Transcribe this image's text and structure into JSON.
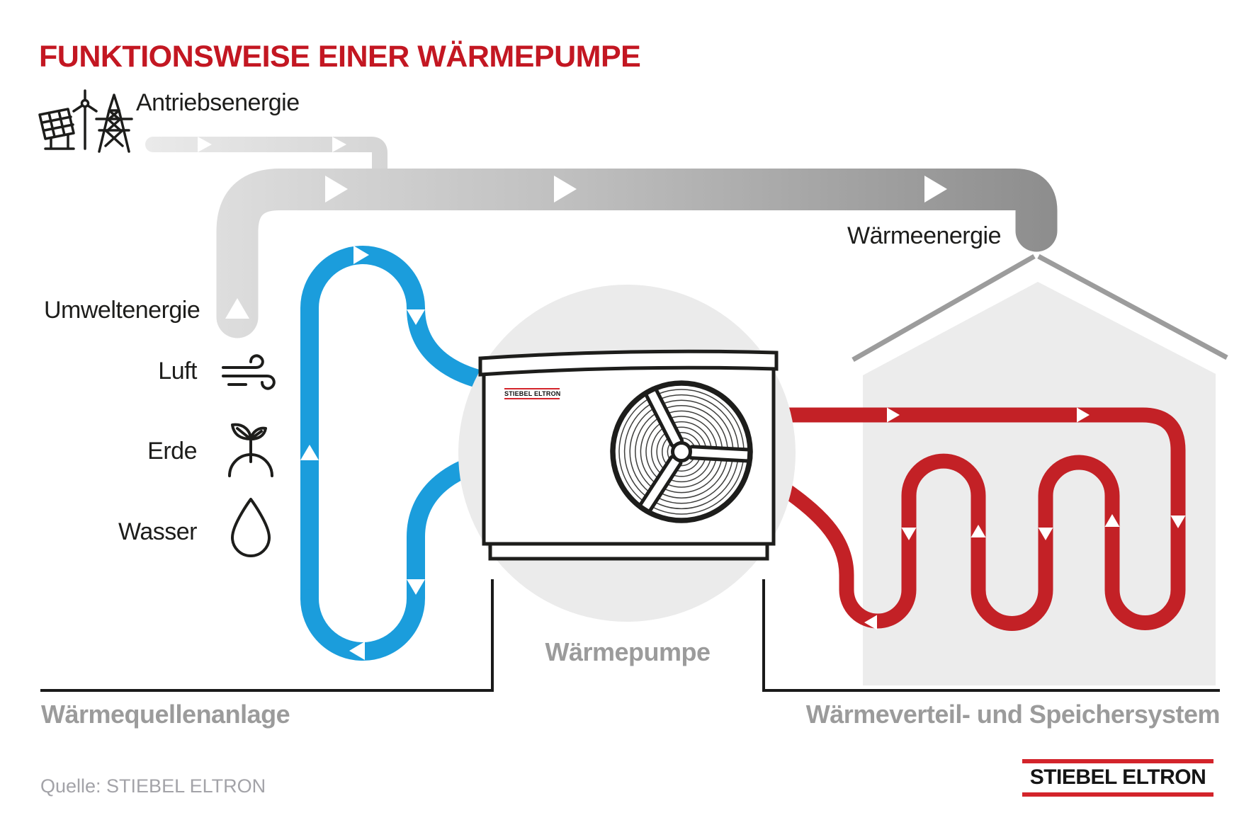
{
  "title": "FUNKTIONSWEISE EINER WÄRMEPUMPE",
  "labels": {
    "drive_energy": "Antriebsenergie",
    "environment_energy": "Umweltenergie",
    "air": "Luft",
    "earth": "Erde",
    "water": "Wasser",
    "heat_energy": "Wärmeenergie",
    "heat_pump": "Wärmepumpe",
    "source_system": "Wärmequellenanlage",
    "distribution_system": "Wärmeverteil- und Speichersystem"
  },
  "source_line": "Quelle: STIEBEL ELTRON",
  "brand": {
    "logo_text": "STIEBEL ELTRON",
    "unit_label": "STIEBEL ELTRON"
  },
  "icons": {
    "drive_energy": "solar-panel-wind-turbine-power-tower-icon",
    "air": "wind-icon",
    "earth": "seedling-icon",
    "water": "water-drop-icon",
    "heat_pump": "fan-icon",
    "flow_arrows": "triangle-arrow-icons"
  },
  "colors": {
    "title_red": "#C31722",
    "pipe_red": "#C32126",
    "pipe_blue": "#1B9DDC",
    "logo_red": "#D3242B",
    "ink": "#1D1D1B",
    "label_gray": "#9B9B9B",
    "source_gray": "#A3A3A8",
    "house_fill": "#ECECEC",
    "roof_gray": "#9C9C9C",
    "circle_fill": "#EBEBEB",
    "pipe_gray_light": "#E7E7E7",
    "pipe_gray_dark": "#8D8D8D",
    "bracket_ink": "#1A1A1A"
  }
}
